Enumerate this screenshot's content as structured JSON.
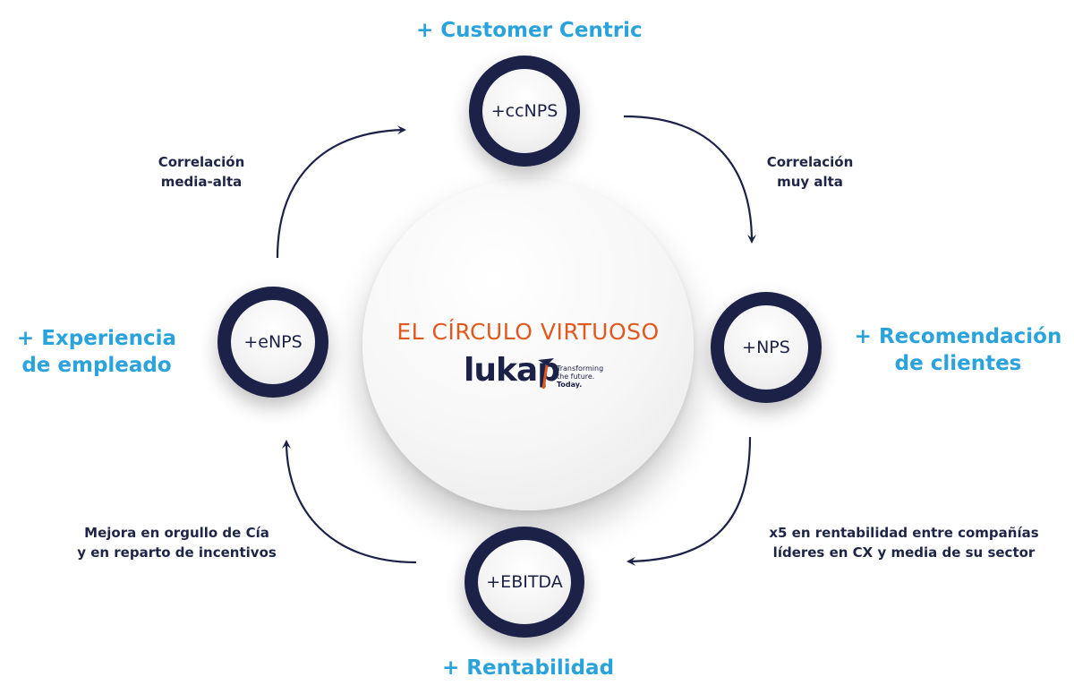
{
  "headings": {
    "top": "+  Customer Centric",
    "right_line1": "+ Recomendación",
    "right_line2": "de clientes",
    "left_line1": "+   Experiencia",
    "left_line2": "de empleado",
    "bottom": "+ Rentabilidad"
  },
  "nodes": {
    "top": "+ccNPS",
    "right": "+NPS",
    "bottom": "+EBITDA",
    "left": "+eNPS"
  },
  "notes": {
    "top_right_line1": "Correlación",
    "top_right_line2": "muy alta",
    "top_left_line1": "Correlación",
    "top_left_line2": "media-alta",
    "bottom_right_line1": "x5 en rentabilidad entre compañías",
    "bottom_right_line2": "líderes en CX y media de su sector",
    "bottom_left_line1": "Mejora en orgullo de Cía",
    "bottom_left_line2": "y en reparto de incentivos"
  },
  "center": {
    "title": "EL CÍRCULO VIRTUOSO",
    "logo": "lukap",
    "tagline_line1": "Transforming",
    "tagline_line2": "the future.",
    "tagline_line3": "Today."
  },
  "colors": {
    "heading": "#2aa3dc",
    "node_ring": "#1c2147",
    "arrow": "#1c2147",
    "title": "#e05a20"
  }
}
